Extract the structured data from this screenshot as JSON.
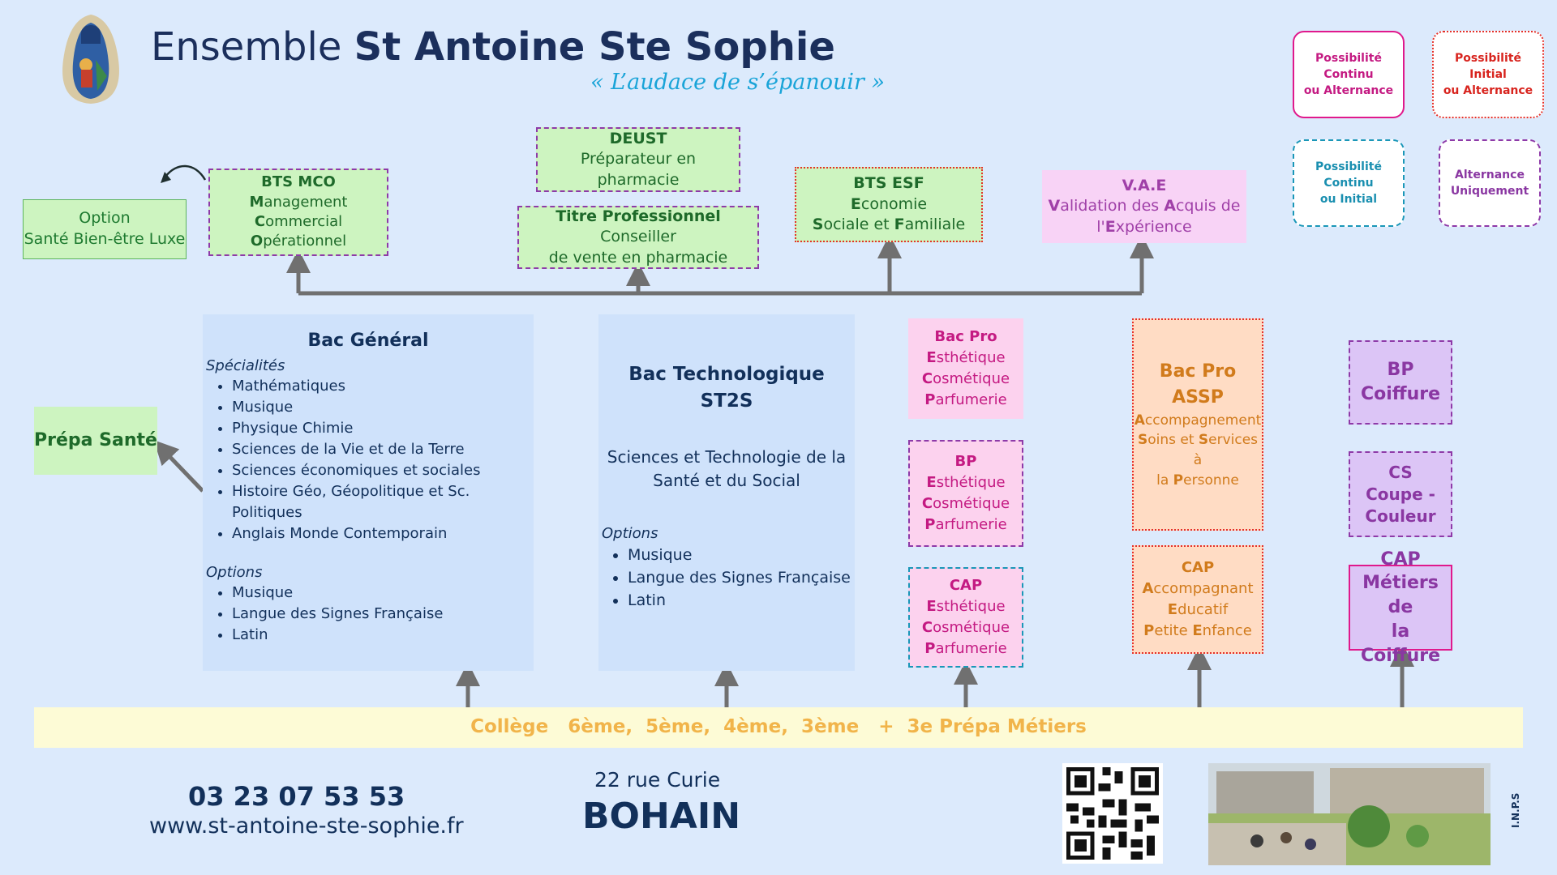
{
  "header": {
    "title_part1": "Ensemble ",
    "title_part2": "St Antoine Ste Sophie",
    "slogan": "« L’audace de s’épanouir »"
  },
  "legend": [
    {
      "line1": "Possibilité",
      "line2": "Continu",
      "line3": "ou Alternance"
    },
    {
      "line1": "Possibilité",
      "line2": "Initial",
      "line3": "ou Alternance"
    },
    {
      "line1": "Possibilité",
      "line2": "Continu",
      "line3": "ou Initial"
    },
    {
      "line1": "Alternance",
      "line2": "Uniquement"
    }
  ],
  "post_bac": {
    "bts_mco": {
      "title": "BTS MCO",
      "l1a": "M",
      "l1b": "anagement ",
      "l1c": "C",
      "l1d": "ommercial",
      "l2a": "O",
      "l2b": "pérationnel"
    },
    "option": {
      "line1": "Option",
      "line2": "Santé Bien-être Luxe"
    },
    "deust": {
      "title": "DEUST",
      "line2": "Préparateur en pharmacie"
    },
    "titre_pro": {
      "bold": "Titre Professionnel",
      "rest1": " Conseiller",
      "line2": "de vente en pharmacie"
    },
    "bts_esf": {
      "title": "BTS ESF",
      "l1a": "E",
      "l1b": "conomie",
      "l2a": "S",
      "l2b": "ociale et ",
      "l2c": "F",
      "l2d": "amiliale"
    },
    "vae": {
      "title": "V.A.E",
      "l1a": "V",
      "l1b": "alidation des ",
      "l1c": "A",
      "l1d": "cquis de",
      "l2a": "l'",
      "l2b": "E",
      "l2c": "xpérience"
    }
  },
  "bac_general": {
    "title": "Bac Général",
    "specialites_label": "Spécialités",
    "specialites": [
      "Mathématiques",
      "Musique",
      "Physique Chimie",
      "Sciences de la Vie et de la Terre",
      "Sciences économiques et sociales",
      "Histoire Géo, Géopolitique et Sc. Politiques",
      "Anglais Monde Contemporain"
    ],
    "options_label": "Options",
    "options": [
      "Musique",
      "Langue des Signes Française",
      "Latin"
    ]
  },
  "bac_techno": {
    "title_line1": "Bac Technologique",
    "title_line2": "ST2S",
    "description": "Sciences et Technologie de la Santé et du Social",
    "options_label": "Options",
    "options": [
      "Musique",
      "Langue des Signes Française",
      "Latin"
    ]
  },
  "prepa_sante": "Prépa Santé",
  "esthetique": {
    "bac_pro_title": "Bac Pro",
    "bp_title": "BP",
    "cap_title": "CAP",
    "w1a": "E",
    "w1b": "sthétique",
    "w2a": "C",
    "w2b": "osmétique",
    "w3a": "P",
    "w3b": "arfumerie"
  },
  "assp": {
    "title": "Bac Pro ASSP",
    "l1a": "A",
    "l1b": "ccompagnement",
    "l2a": "S",
    "l2b": "oins et ",
    "l2c": "S",
    "l2d": "ervices à",
    "l3a": "la ",
    "l3b": "P",
    "l3c": "ersonne"
  },
  "cap_aepe": {
    "title": "CAP",
    "l1a": "A",
    "l1b": "ccompagnant",
    "l2a": "E",
    "l2b": "ducatif",
    "l3a": "P",
    "l3b": "etite ",
    "l3c": "E",
    "l3d": "nfance"
  },
  "coiffure": {
    "bp_line1": "BP",
    "bp_line2": "Coiffure",
    "cs_line1": "CS",
    "cs_line2": "Coupe -",
    "cs_line3": "Couleur",
    "cap_line1": "CAP",
    "cap_line2": "Métiers de",
    "cap_line3": "la Coiffure"
  },
  "college": "Collège   6ème,  5ème,  4ème,  3ème   +  3e Prépa Métiers",
  "footer": {
    "phone": "03 23 07 53 53",
    "website": "www.st-antoine-ste-sophie.fr",
    "street": "22 rue Curie",
    "city": "BOHAIN",
    "inps": "I.N.P.S"
  },
  "colors": {
    "accent_blue": "#12305a",
    "green": "#1e6a2a",
    "pink": "#c41a82",
    "orange": "#d17b1c",
    "purple": "#8a37a2",
    "college_text": "#f1b44a",
    "connector": "#707070"
  }
}
